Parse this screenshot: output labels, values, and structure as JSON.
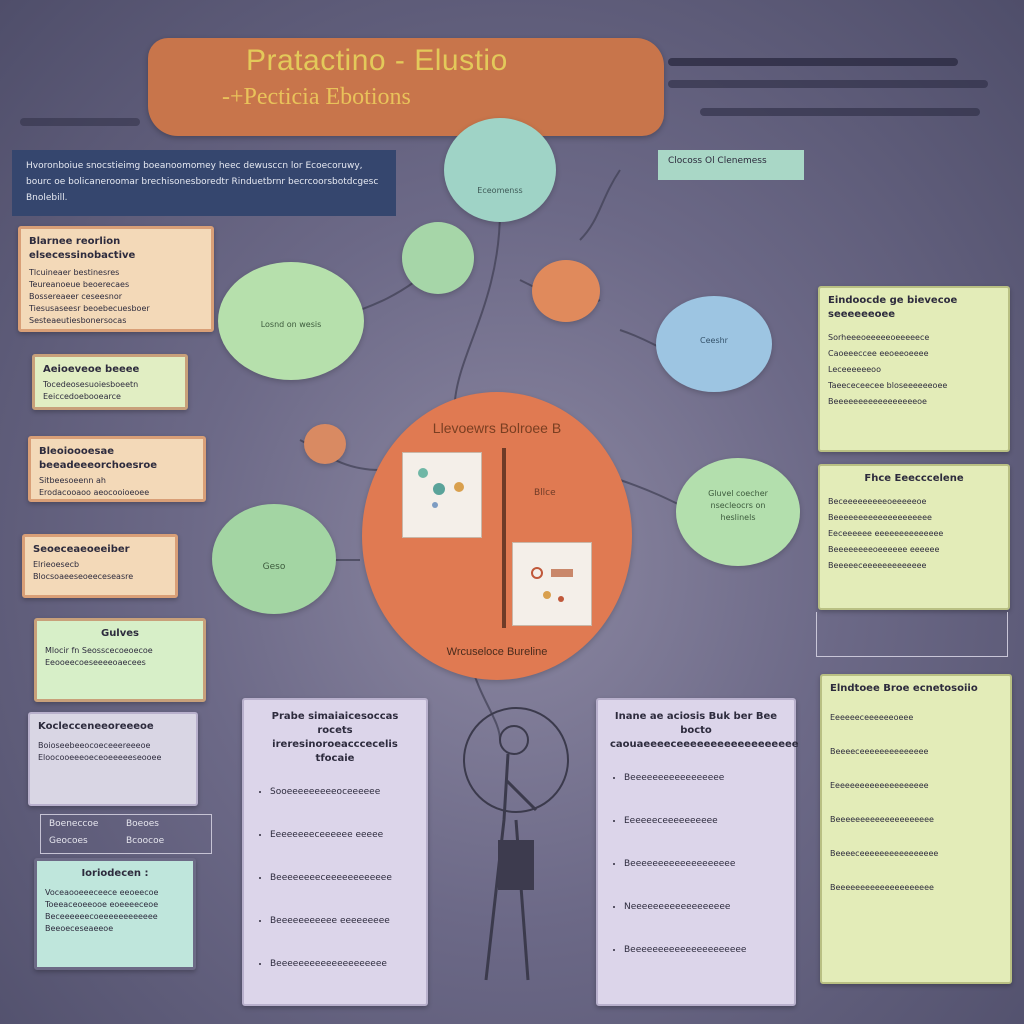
{
  "title": {
    "line1": "Pratactino - Elustio",
    "line2": "-+Pecticia Ebotions"
  },
  "header_box": {
    "text": "Hvoronboiue snocstieimg boeanoomomey heec dewusccn lor Ecoecoruwy, bourc oe bolicaneroomar brechisonesboredtr Rinduetbrnr becrcoorsbotdcgesc Bnolebill."
  },
  "hub": {
    "title": "Llevoewrs Bolroee B",
    "caption": "Wrcuseloce Bureline"
  },
  "bubbles": {
    "top_center": "Eceomenss",
    "left_green": "Losnd on wesis",
    "right_blue": "Ceeshr",
    "right_green": "Gluvel coecher nsecleocrs on heslinels",
    "left_lower": "Geso"
  },
  "tags": {
    "top_right": "Clocoss Ol Clenemess",
    "hub_side": "Bllce"
  },
  "left_notes": [
    {
      "title": "Blarnee reorlion elsecessinobactive",
      "lines": [
        "Tlcuineaer bestinesres",
        "Teureanoeue beoerecaes",
        "Bossereaeer ceseesnor",
        "Tiesusaseesr beoebecuesboer",
        "Sesteaeutiesbonersocas"
      ]
    },
    {
      "title": "Aeioeveoe beeee",
      "lines": [
        "Tocedeosesuoiesboeetn",
        "Eeiccedoebooearce"
      ]
    },
    {
      "title": "Bleoioooesae beeadeeeorchoesroe",
      "lines": [
        "Sitbeesoeenn ah",
        "Erodacooaoo aeocooioeoee"
      ]
    },
    {
      "title": "Seoeceaeoeeiber",
      "lines": [
        "Elrieoesecb",
        "Blocsoaeeseoeeceseasre"
      ]
    },
    {
      "title": "Gulves",
      "lines": [
        "Mlocir fn Seosscecoeoecoe",
        "Eeooeecoeseeeeoaecees"
      ]
    },
    {
      "title": "Koclecceneeoreeeoe",
      "lines": [
        "Boioseebeeocoeceeereeeoe",
        "Eloocooeeeoeceoeeeeeseooee"
      ]
    }
  ],
  "left_labels": [
    "Boeneccoe",
    "Boeoes",
    "Geocoes",
    "Bcoocoe"
  ],
  "aqua_note": {
    "title": "Ioriodecen :",
    "lines": [
      "Voceaooeeeceece eeoeecoe",
      "Toeeaceoeeooe eoeeeeceoe",
      "Beceeeeeecoeeeeeeeeeeee",
      "Beeoeceseaeeoe"
    ]
  },
  "right_notes": [
    {
      "title": "Eindoocde ge bievecoe seeeeeeoee",
      "lines": [
        "Sorheeeoeeeeeoeeeeece",
        "Caoeeeccee eeoeeoeeee",
        "Leceeeeeeoo",
        "Taeececeecee bloseeeeeeoee",
        "Beeeeeeeeeeeeeeeeeoe"
      ]
    },
    {
      "title": "Fhce Eeecccelene",
      "lines": [
        "Beceeeeeeeeeoeeeeeoe",
        "Beeeeeeeeeeeeeeeeeeee",
        "Eeceeeeee eeeeeeeeeeeeee",
        "Beeeeeeeeoeeeeee eeeeee",
        "Beeeeeceeeeeeeeeeeee"
      ]
    },
    {
      "title": "Elndtoee Broe ecnetosoiio",
      "lines": [
        "Eeeeeeceeeeeeoeee",
        "Beeeeceeeeeeeeeeeeee",
        "Eeeeeeeeeeeeeeeeeeee",
        "Beeeeeeeeeeeeeeeeeeee",
        "Beeeeceeeeeeeeeeeeeeee",
        "Beeeeeeeeeeeeeeeeeeee"
      ]
    }
  ],
  "bottom_panels": [
    {
      "title": "Prabe simaiaicesoccas rocets ireresinoroeacccecelis tfocaie",
      "items": [
        "Sooeeeeeeeeeoceeeeee",
        "Eeeeeeeeceeeeee eeeee",
        "Beeeeeeeeceeeeeeeeeeee",
        "Beeeeeeeeeee eeeeeeeee",
        "Beeeeeeeeeeeeeeeeeeee"
      ]
    },
    {
      "title": "Inane ae aciosis Buk ber Bee bocto caouaeeeeceeeeeeeeeeeeeeeeee",
      "items": [
        "Beeeeeeeeeeeeeeeee",
        "Eeeeeeceeeeeeeeee",
        "Beeeeeeeeeeeeeeeeeee",
        "Neeeeeeeeeeeeeeeeee",
        "Beeeeeeeeeeeeeeeeeeeee"
      ]
    }
  ]
}
